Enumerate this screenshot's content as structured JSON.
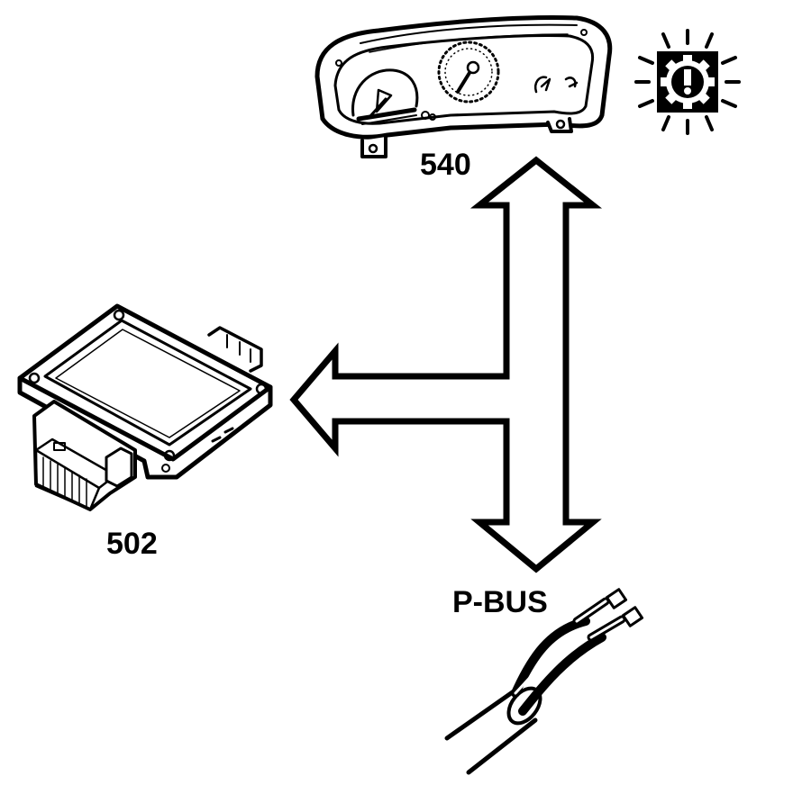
{
  "diagram": {
    "labels": {
      "instrument_cluster": "540",
      "control_module": "502",
      "bus": "P-BUS"
    },
    "components": [
      {
        "id": "instrument-cluster",
        "icon": "instrument-cluster-icon"
      },
      {
        "id": "warning-lamp",
        "icon": "gear-warning-lamp-icon"
      },
      {
        "id": "control-module",
        "icon": "control-module-icon"
      },
      {
        "id": "bus-cable",
        "icon": "bus-cable-icon"
      }
    ],
    "connections": [
      {
        "from": "bus",
        "to": "instrument-cluster",
        "direction": "both"
      },
      {
        "from": "bus",
        "to": "control-module",
        "direction": "to-module"
      }
    ],
    "colors": {
      "line": "#000000",
      "background": "#ffffff"
    }
  }
}
